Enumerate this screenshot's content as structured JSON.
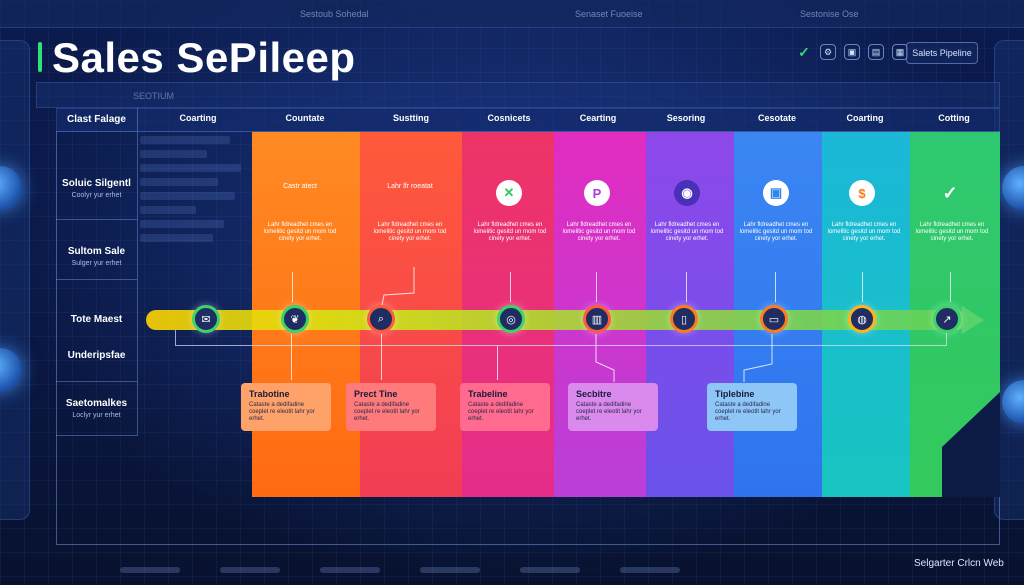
{
  "header": {
    "title": "Sales SePileep",
    "pill_label": "Salets Pipeline",
    "icons": [
      "check-icon",
      "settings-icon",
      "lock-icon",
      "chart-icon",
      "grid-icon"
    ]
  },
  "rows": [
    {
      "label": "Clast Falage",
      "sub": ""
    },
    {
      "label": "Soluic Silgentl",
      "sub": "Coolyr yur erhet"
    },
    {
      "label": "Sultom Sale",
      "sub": "Sulger yur erhet"
    },
    {
      "label": "Tote Maest",
      "sub": ""
    },
    {
      "label": "Underipsfae",
      "sub": ""
    },
    {
      "label": "Saetomalkes",
      "sub": "Loclyr yur erhet"
    }
  ],
  "stages": [
    {
      "head": "Coarting"
    },
    {
      "head": "Countate",
      "text1": "Castr atect",
      "text2": "Lahr fldreadhet cmes en lomelitic gesitd un mom tod cinety yor erhet."
    },
    {
      "head": "Sustting",
      "text1": "Lahr lfr roeatat",
      "text2": "Lahr fldreadhet cmes en lomelitic gesitd un mom tod cinety yor erhet."
    },
    {
      "head": "Cosnicets",
      "text2": "Lahr fldreadhet cmes en lomelitic gesitd un mom tod cinety yor erhet."
    },
    {
      "head": "Cearting",
      "text2": "Lahr fldreadhet cmes en lomelitic gesitd un mom tod cinety yor erhet."
    },
    {
      "head": "Sesoring",
      "text2": "Lahr fldreadhet cmes en lomelitic gesitd un mom tod cinety yor erhet."
    },
    {
      "head": "Cesotate",
      "text2": "Lahr fldreadhet cmes en lomelitic gesitd un mom tod cinety yor erhet."
    },
    {
      "head": "Coarting",
      "text2": "Lahr fldreadhet cmes en lomelitic gesitd un mom tod cinety yor erhet."
    },
    {
      "head": "Cotting",
      "text2": "Lahr fldreadhet cmes en lomelitic gesitd un mom tod cinety yor erhet."
    }
  ],
  "cards": [
    {
      "title": "Trabotine",
      "sub": "Cataste a dedifadine coeplet re eleotit lahr yor erhet."
    },
    {
      "title": "Prect Tine",
      "sub": "Cataste a dedifadine coeplet re eleotit lahr yor erhet."
    },
    {
      "title": "Trabeline",
      "sub": "Cataste a dedifadine coeplet re eleotit lahr yor erhet."
    },
    {
      "title": "Secbitre",
      "sub": "Cataste a dedifadine coeplet re eleotit lahr yor erhet."
    },
    {
      "title": "Tiplebine",
      "sub": "Cataste a dedifadine coeplet re eleotit lahr yor erhet."
    }
  ],
  "top_bar": [
    "Sestoub Sohedal",
    "Senaset Fuoeise",
    "Sestonise Ose"
  ],
  "sub_toolbar": "SEOTIUM",
  "watermark": "Selgarter Crlcn Web",
  "colors": {
    "orange": "#ff7a1a",
    "red": "#f23d55",
    "magenta": "#e52ab6",
    "purple": "#8b45e8",
    "blue": "#2f86f0",
    "teal": "#18c4c0",
    "green": "#33c95c",
    "accent": "#2ee27a"
  }
}
